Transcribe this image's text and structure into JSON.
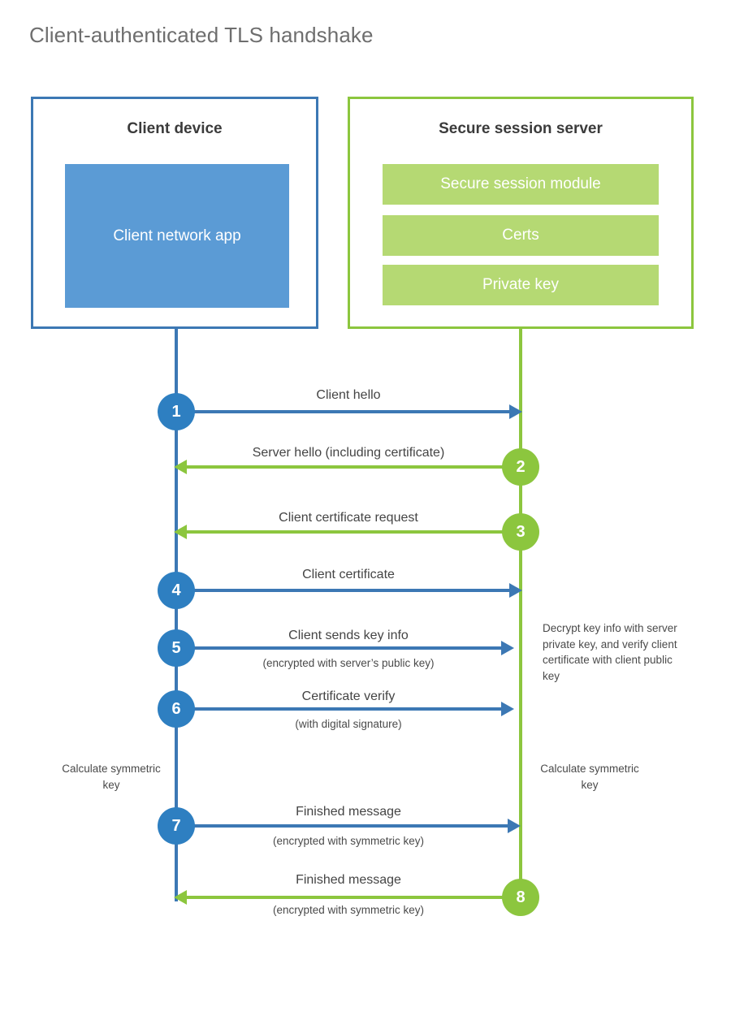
{
  "title": "Client-authenticated TLS handshake",
  "colors": {
    "client_accent": "#3c78b4",
    "client_badge": "#2e7fc1",
    "client_app_fill": "#5b9bd5",
    "server_accent": "#8cc63e",
    "server_block_fill": "#b5d973",
    "title_text": "#6e6e6e",
    "label_text": "#444444"
  },
  "actors": {
    "client": {
      "title": "Client device",
      "app_label": "Client network app"
    },
    "server": {
      "title": "Secure session server",
      "blocks": [
        "Secure session module",
        "Certs",
        "Private key"
      ]
    }
  },
  "steps": [
    {
      "number": "1",
      "label": "Client hello",
      "sub": "",
      "direction": "client-to-server",
      "color": "blue"
    },
    {
      "number": "2",
      "label": "Server hello (including certificate)",
      "sub": "",
      "direction": "server-to-client",
      "color": "green"
    },
    {
      "number": "3",
      "label": "Client certificate request",
      "sub": "",
      "direction": "server-to-client",
      "color": "green"
    },
    {
      "number": "4",
      "label": "Client certificate",
      "sub": "",
      "direction": "client-to-server",
      "color": "blue"
    },
    {
      "number": "5",
      "label": "Client sends key info",
      "sub": "(encrypted with server’s public key)",
      "direction": "client-to-server",
      "color": "blue"
    },
    {
      "number": "6",
      "label": "Certificate verify",
      "sub": "(with digital signature)",
      "direction": "client-to-server",
      "color": "blue"
    },
    {
      "number": "7",
      "label": "Finished message",
      "sub": "(encrypted with symmetric key)",
      "direction": "client-to-server",
      "color": "blue"
    },
    {
      "number": "8",
      "label": "Finished message",
      "sub": "(encrypted with symmetric key)",
      "direction": "server-to-client",
      "color": "green"
    }
  ],
  "notes": {
    "server_decrypt": "Decrypt key info with server private key, and verify client certificate with client public key",
    "client_calculate": "Calculate symmetric key",
    "server_calculate": "Calculate symmetric key"
  }
}
